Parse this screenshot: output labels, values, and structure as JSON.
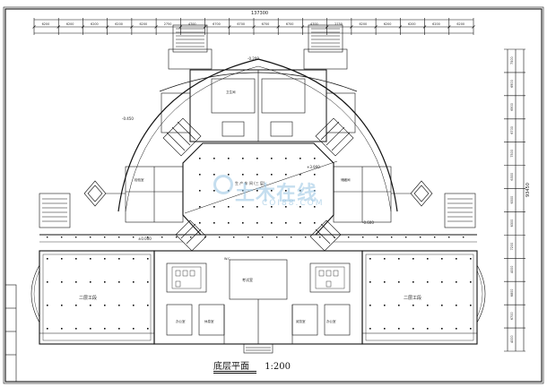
{
  "drawing": {
    "title": "底层平面",
    "scale": "1:200",
    "overall_dimension": "137300",
    "right_total_dimension": "93450"
  },
  "top_dimensions": [
    "6200",
    "6200",
    "6200",
    "6200",
    "6200",
    "2750",
    "4700",
    "6700",
    "6700",
    "6700",
    "6700",
    "4700",
    "2750",
    "6200",
    "6200",
    "6200",
    "6200",
    "6200"
  ],
  "right_dimensions": [
    "7500",
    "6900",
    "6900",
    "6700",
    "7500",
    "6300",
    "6300",
    "6300",
    "7200",
    "4000",
    "6800",
    "6700",
    "4000"
  ],
  "rooms": {
    "left_wing": "二层工段",
    "right_wing": "二层工段",
    "center_hall": "生 产 车 间 (三 层)",
    "exam": "考试室",
    "office_left": "办公室",
    "office_right": "办公室",
    "lounge": "休息室",
    "reading": "阅览室",
    "chem": "检验室",
    "store": "储藏间",
    "wc": "W.C",
    "toilet": "卫生间"
  },
  "levels": {
    "lvl1": "-0.200",
    "lvl2": "±0.000",
    "lvl3": "-0.600",
    "lvl4": "-0.450",
    "lvl5": "+3.900"
  },
  "watermark": {
    "main": "土木在线",
    "sub": "COI88.COM"
  }
}
